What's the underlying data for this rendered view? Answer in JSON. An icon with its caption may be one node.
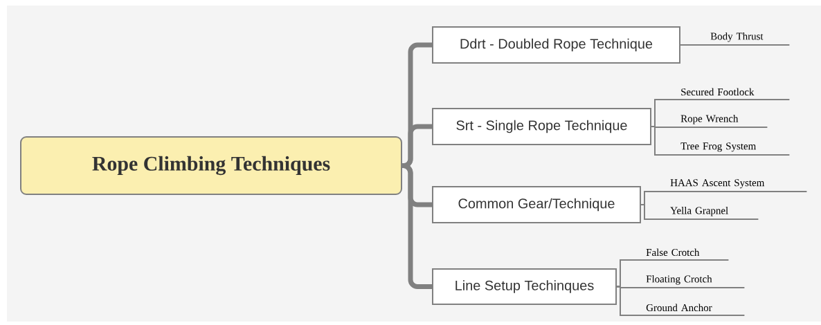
{
  "diagram": {
    "nodes": [
      {
        "text": [
          "Rope Climbing Techniques"
        ]
      },
      {
        "text": [
          "Ddrt - Doubled Rope Technique"
        ]
      },
      {
        "text": [
          "Srt - Single Rope Technique"
        ]
      },
      {
        "text": [
          "Common Gear/Technique"
        ]
      },
      {
        "text": [
          "Line Setup Techinques"
        ]
      },
      {
        "text": [
          "Body Thrust"
        ]
      },
      {
        "text": [
          "Secured Footlock"
        ]
      },
      {
        "text": [
          "Rope Wrench"
        ]
      },
      {
        "text": [
          "Tree Frog System"
        ]
      },
      {
        "text": [
          "HAAS Ascent System"
        ]
      },
      {
        "text": [
          "Yella Grapnel"
        ]
      },
      {
        "text": [
          "False Crotch"
        ]
      },
      {
        "text": [
          "Floating Crotch"
        ]
      },
      {
        "text": [
          "Ground Anchor"
        ]
      }
    ],
    "edges": [
      {
        "from": 0,
        "to": 1,
        "arrow": "none",
        "style": "thick"
      },
      {
        "from": 0,
        "to": 2,
        "arrow": "none",
        "style": "thick"
      },
      {
        "from": 0,
        "to": 3,
        "arrow": "none",
        "style": "thick"
      },
      {
        "from": 0,
        "to": 4,
        "arrow": "none",
        "style": "thick"
      },
      {
        "from": 1,
        "to": 5,
        "arrow": "none"
      },
      {
        "from": 2,
        "to": 6,
        "arrow": "none"
      },
      {
        "from": 2,
        "to": 7,
        "arrow": "none"
      },
      {
        "from": 2,
        "to": 8,
        "arrow": "none"
      },
      {
        "from": 3,
        "to": 9,
        "arrow": "none"
      },
      {
        "from": 3,
        "to": 10,
        "arrow": "none"
      },
      {
        "from": 4,
        "to": 11,
        "arrow": "none"
      },
      {
        "from": 4,
        "to": 12,
        "arrow": "none"
      },
      {
        "from": 4,
        "to": 13,
        "arrow": "none"
      }
    ]
  }
}
